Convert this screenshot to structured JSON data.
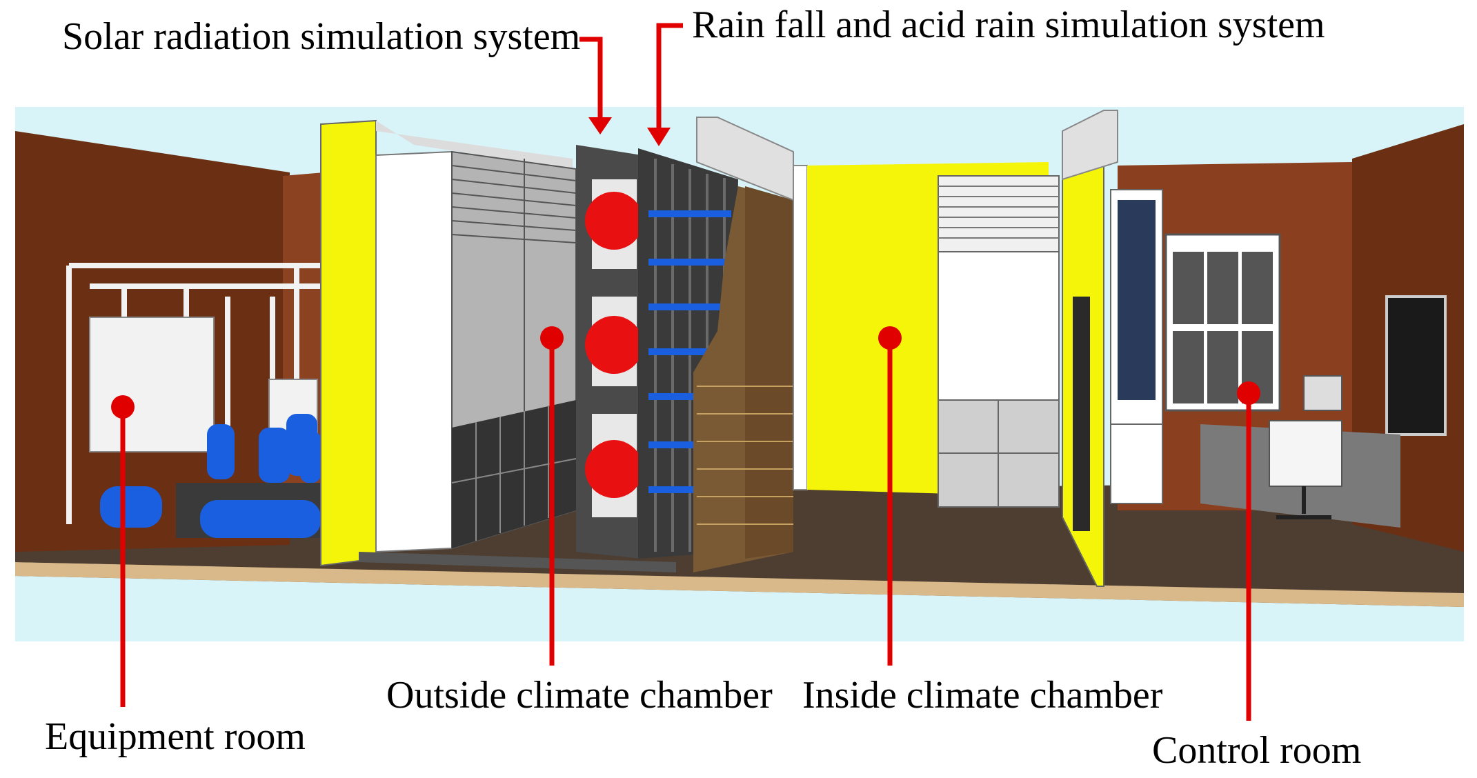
{
  "labels": {
    "solar": "Solar radiation simulation system",
    "rain": "Rain fall and acid rain simulation system",
    "outside": "Outside climate chamber",
    "inside": "Inside climate chamber",
    "equipment": "Equipment room",
    "control": "Control room"
  },
  "colors": {
    "sky": "#d8f4f8",
    "wall_brown": "#6b2f14",
    "yellow": "#f5f50a",
    "floor": "#4a3b30",
    "floor_edge": "#d9b98a",
    "marker_red": "#e00000",
    "arrow_red": "#e00000",
    "tank_blue": "#1a5fe0"
  }
}
